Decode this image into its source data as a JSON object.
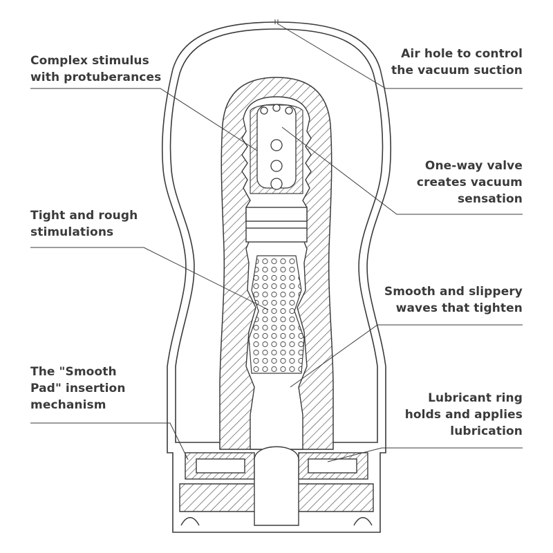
{
  "labels": {
    "complex_stimulus": [
      "Complex stimulus",
      "with protuberances"
    ],
    "air_hole": [
      "Air hole to control",
      "the vacuum suction"
    ],
    "one_way_valve": [
      "One-way valve",
      "creates vacuum",
      "sensation"
    ],
    "tight_rough": [
      "Tight and rough",
      "stimulations"
    ],
    "smooth_waves": [
      "Smooth and slippery",
      "waves that tighten"
    ],
    "smooth_pad": [
      "The \"Smooth",
      "Pad\" insertion",
      "mechanism"
    ],
    "lubricant_ring": [
      "Lubricant ring",
      "holds and applies",
      "lubrication"
    ]
  },
  "colors": {
    "line": "#3a3a3a",
    "hatch": "#4a4a4a",
    "background": "#ffffff"
  }
}
